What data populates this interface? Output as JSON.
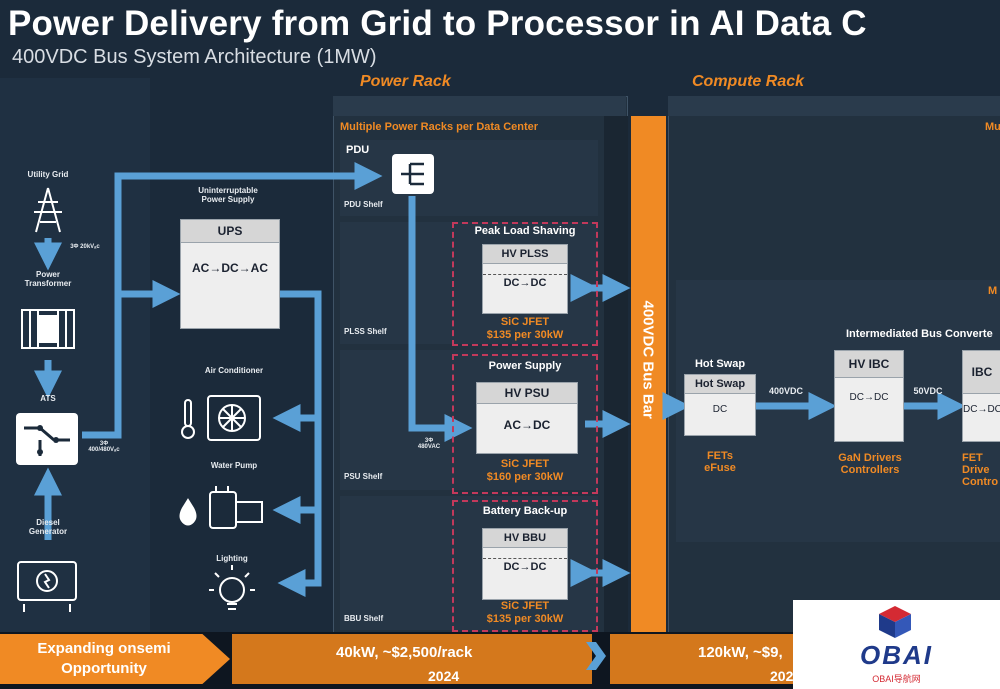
{
  "header": {
    "title": "Power Delivery from Grid to Processor in AI Data C",
    "subtitle": "400VDC Bus System Architecture (1MW)"
  },
  "racks": {
    "power_rack_label": "Power Rack",
    "compute_rack_label": "Compute Rack",
    "multi_power_racks": "Multiple Power Racks per Data Center",
    "compute_header_fragment": "Mu"
  },
  "grid_chain": {
    "utility_grid": "Utility Grid",
    "v20kv": "3Φ 20kVₐc",
    "power_transformer": "Power Transformer",
    "ats": "ATS",
    "diesel_generator": "Diesel Generator",
    "v400_480": "3Φ 400/480Vₐc"
  },
  "ups": {
    "caption": "Uninterruptable Power Supply",
    "title": "UPS",
    "conversion": "AC→DC→AC"
  },
  "loads": {
    "air_conditioner": "Air Conditioner",
    "water_pump": "Water Pump",
    "lighting": "Lighting"
  },
  "pdu": {
    "label": "PDU",
    "shelf": "PDU Shelf"
  },
  "plss": {
    "header": "Peak Load Shaving",
    "box_title": "HV PLSS",
    "conversion": "DC→DC",
    "tech": "SiC JFET",
    "price": "$135 per 30kW",
    "shelf": "PLSS Shelf"
  },
  "psu": {
    "header": "Power Supply",
    "box_title": "HV PSU",
    "conversion": "AC→DC",
    "tech": "SiC JFET",
    "price": "$160 per 30kW",
    "shelf": "PSU Shelf",
    "input": "3Φ 480VAC"
  },
  "bbu": {
    "header": "Battery Back-up",
    "box_title": "HV BBU",
    "conversion": "DC→DC",
    "tech": "SiC JFET",
    "price": "$135 per 30kW",
    "shelf": "BBU Shelf"
  },
  "bus_bar": {
    "label": "400VDC Bus Bar"
  },
  "compute": {
    "hot_swap_caption": "Hot Swap",
    "hot_swap_title": "Hot Swap",
    "hot_swap_type": "DC",
    "hot_swap_parts": "FETs eFuse",
    "v400": "400VDC",
    "ibc_section": "Intermediated Bus Converte",
    "hv_ibc_title": "HV IBC",
    "hv_ibc_conversion": "DC→DC",
    "hv_ibc_parts": "GaN Drivers Controllers",
    "v50": "50VDC",
    "ibc_title": "IBC",
    "ibc_conversion": "DC→DC",
    "ibc_parts": "FET Drive Contro",
    "m_fragment": "M"
  },
  "footer": {
    "opportunity": "Expanding onsemi Opportunity",
    "rack_2024": "40kW, ~$2,500/rack",
    "year_2024": "2024",
    "rack_next": "120kW, ~$9,",
    "year_next": "202"
  },
  "logo": {
    "name": "OBAI",
    "sub": "OBAI导航网"
  },
  "colors": {
    "background": "#1b2a3a",
    "accent_orange": "#f08a24",
    "arrow_blue": "#5aa0d6",
    "dashed_red": "#c2395b"
  }
}
